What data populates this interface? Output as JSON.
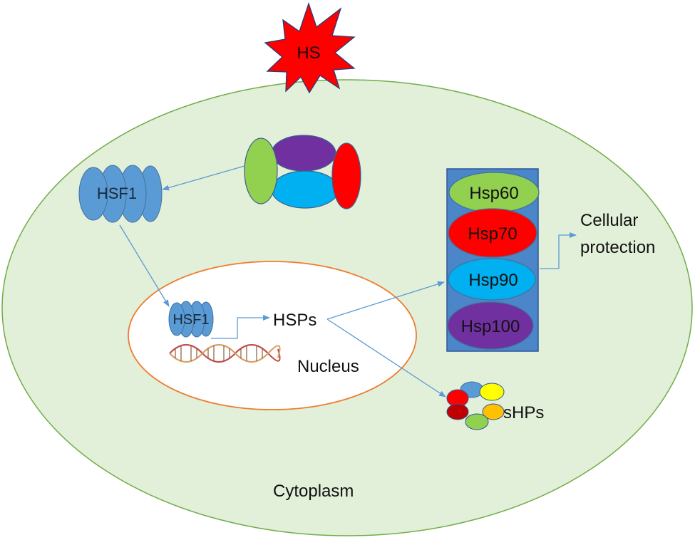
{
  "labels": {
    "stress": "HS",
    "hsf1_cytoplasm": "HSF1",
    "hsf1_nucleus": "HSF1",
    "hsps": "HSPs",
    "nucleus": "Nucleus",
    "shps": "sHPs",
    "cellular_protection_line1": "Cellular",
    "cellular_protection_line2": "protection",
    "cytoplasm": "Cytoplasm"
  },
  "hsp_stack": [
    {
      "label": "Hsp60",
      "color": "#92d050"
    },
    {
      "label": "Hsp70",
      "color": "#ff0000"
    },
    {
      "label": "Hsp90",
      "color": "#00b0f0"
    },
    {
      "label": "Hsp100",
      "color": "#7030a0"
    }
  ],
  "colors": {
    "cell_fill": "#e2efd9",
    "cell_stroke": "#70ad47",
    "nucleus_stroke": "#ed7d31",
    "hsf1": "#5b9bd5",
    "stack_fill": "#4a86c8",
    "stress_burst": "#ff0000",
    "arrow": "#5b9bd5"
  }
}
